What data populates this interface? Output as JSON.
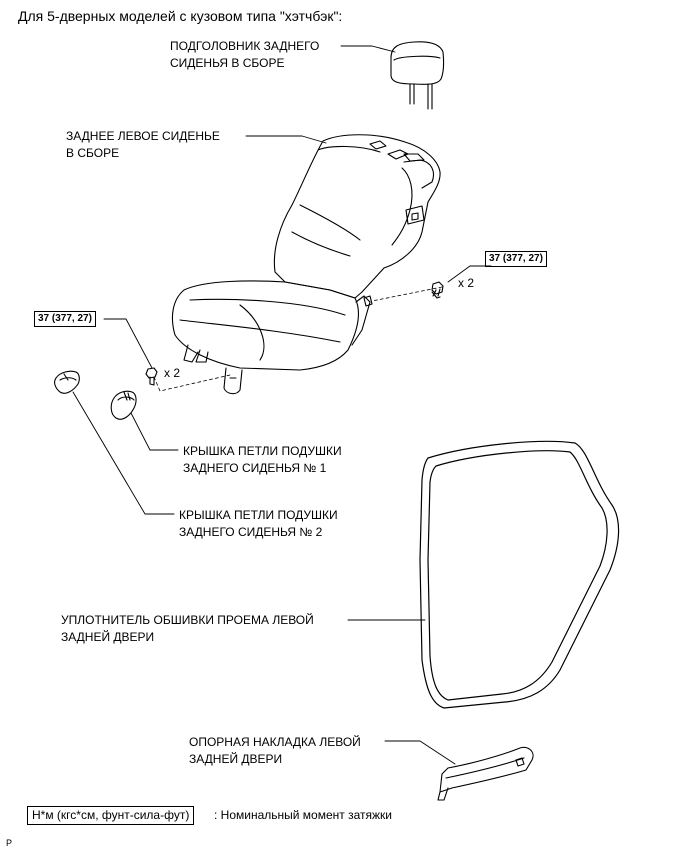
{
  "title": "Для 5-дверных моделей с кузовом типа \"хэтчбэк\":",
  "labels": {
    "headrest_1": "ПОДГОЛОВНИК ЗАДНЕГО",
    "headrest_2": "СИДЕНЬЯ В СБОРЕ",
    "seat_1": "ЗАДНЕЕ ЛЕВОЕ СИДЕНЬЕ",
    "seat_2": "В СБОРЕ",
    "cover1_1": "КРЫШКА ПЕТЛИ ПОДУШКИ",
    "cover1_2": "ЗАДНЕГО СИДЕНЬЯ № 1",
    "cover2_1": "КРЫШКА ПЕТЛИ ПОДУШКИ",
    "cover2_2": "ЗАДНЕГО СИДЕНЬЯ № 2",
    "weatherstrip_1": "УПЛОТНИТЕЛЬ ОБШИВКИ ПРОЕМА ЛЕВОЙ",
    "weatherstrip_2": "ЗАДНЕЙ ДВЕРИ",
    "scuff_1": "ОПОРНАЯ НАКЛАДКА ЛЕВОЙ",
    "scuff_2": "ЗАДНЕЙ ДВЕРИ"
  },
  "torque": {
    "right": "37 (377, 27)",
    "left": "37 (377, 27)",
    "right_qty": "x 2",
    "left_qty": "x 2"
  },
  "legend": {
    "unit": "Н*м (кгс*см, фунт-сила-фут)",
    "text": ": Номинальный момент затяжки"
  },
  "footer": "P"
}
